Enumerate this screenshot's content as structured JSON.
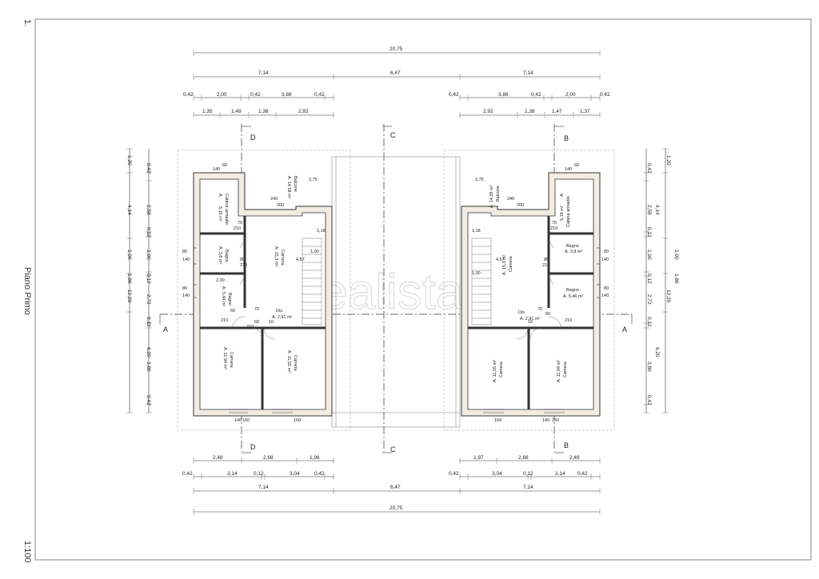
{
  "sheet": {
    "number": "1.",
    "title": "Piano Primo",
    "scale": "1:100",
    "watermark": "idealista"
  },
  "top_dims": {
    "overall": "20,75",
    "row2": [
      "7,14",
      "6,47",
      "7,14"
    ],
    "row3_left": [
      "0,42",
      "2,00",
      "0,42",
      "3,88",
      "0,42"
    ],
    "row3_right": [
      "0,42",
      "3,88",
      "0,42",
      "2,00",
      "0,42"
    ],
    "row4_left": [
      "1,35",
      "1,49",
      "1,38",
      "2,92"
    ],
    "row4_right": [
      "2,92",
      "1,38",
      "1,47",
      "1,37"
    ]
  },
  "bottom_dims": {
    "row1_left": [
      "2,48",
      "2,68",
      "1,96"
    ],
    "row1_right": [
      "1,97",
      "2,68",
      "2,49"
    ],
    "row2_left": [
      "0,42",
      "3,14",
      "0,12",
      "3,04",
      "0,42"
    ],
    "row2_right": [
      "0,42",
      "3,04",
      "0,12",
      "3,14",
      "0,42"
    ],
    "row3": [
      "7,14",
      "6,47",
      "7,14"
    ],
    "overall": "20,75"
  },
  "side_dims": {
    "left_outer": [
      "1,20",
      "4,14",
      "1,90",
      "1,86",
      "12,20",
      "6,20"
    ],
    "left_inner": [
      "0,42",
      "2,58",
      "0,12",
      "1,90",
      "0,12",
      "2,72",
      "0,12",
      "3,80",
      "0,42"
    ],
    "right_inner": [
      "0,42",
      "2,58",
      "0,12",
      "1,90",
      "0,12",
      "2,72",
      "0,12",
      "3,80",
      "0,42"
    ],
    "right_outer": [
      "1,20",
      "4,14",
      "1,90",
      "1,86",
      "12,20",
      "6,20"
    ]
  },
  "section_marks": [
    "A",
    "B",
    "C",
    "D"
  ],
  "left_unit": {
    "rooms": [
      {
        "name": "Balcone",
        "area": "A. 14,58 m²"
      },
      {
        "name": "Cabina armadio",
        "area": "A.",
        "area2": "5,16 m²"
      },
      {
        "name": "Bagno",
        "area": "A. 3,8 m²"
      },
      {
        "name": "Bagno",
        "area": "A. 5,44 m²"
      },
      {
        "name": "Camera",
        "area": "A. 15,3 m²"
      },
      {
        "name": "Dis.",
        "area": "A. 2,91 m²"
      },
      {
        "name": "Camera",
        "area": "A. 11,94 m²"
      },
      {
        "name": "Camera",
        "area": "A. 11,55 m²"
      }
    ],
    "labels": [
      "140",
      "60",
      "200",
      "240",
      "2,75",
      "70",
      "210",
      "1,18",
      "1,00",
      "4,57",
      "80",
      "140",
      "80",
      "140",
      "2,00",
      "80",
      "210",
      "60",
      "210",
      "10",
      "70",
      "60",
      "210",
      "150",
      "150",
      "140"
    ]
  },
  "right_unit": {
    "rooms": [
      {
        "name": "Balcone",
        "area": "A. 14,58 m²"
      },
      {
        "name": "Cabina armadio",
        "area": "A.",
        "area2": "5,16 m²"
      },
      {
        "name": "Bagno",
        "area": "A. 3,8 m²"
      },
      {
        "name": "Bagno",
        "area": "A. 5,46 m²"
      },
      {
        "name": "Camera",
        "area": "A. 15,3 m²"
      },
      {
        "name": "Dis.",
        "area": "A. 2,91 m²"
      },
      {
        "name": "Camera",
        "area": "A. 11,55 m²"
      },
      {
        "name": "Camera",
        "area": "A. 11,94 m²"
      }
    ],
    "labels": [
      "140",
      "60",
      "200",
      "240",
      "2,75",
      "70",
      "210",
      "1,18",
      "1,00",
      "4,57",
      "80",
      "140",
      "80",
      "140",
      "80",
      "210",
      "60",
      "210",
      "10",
      "70",
      "150",
      "150",
      "140"
    ]
  }
}
